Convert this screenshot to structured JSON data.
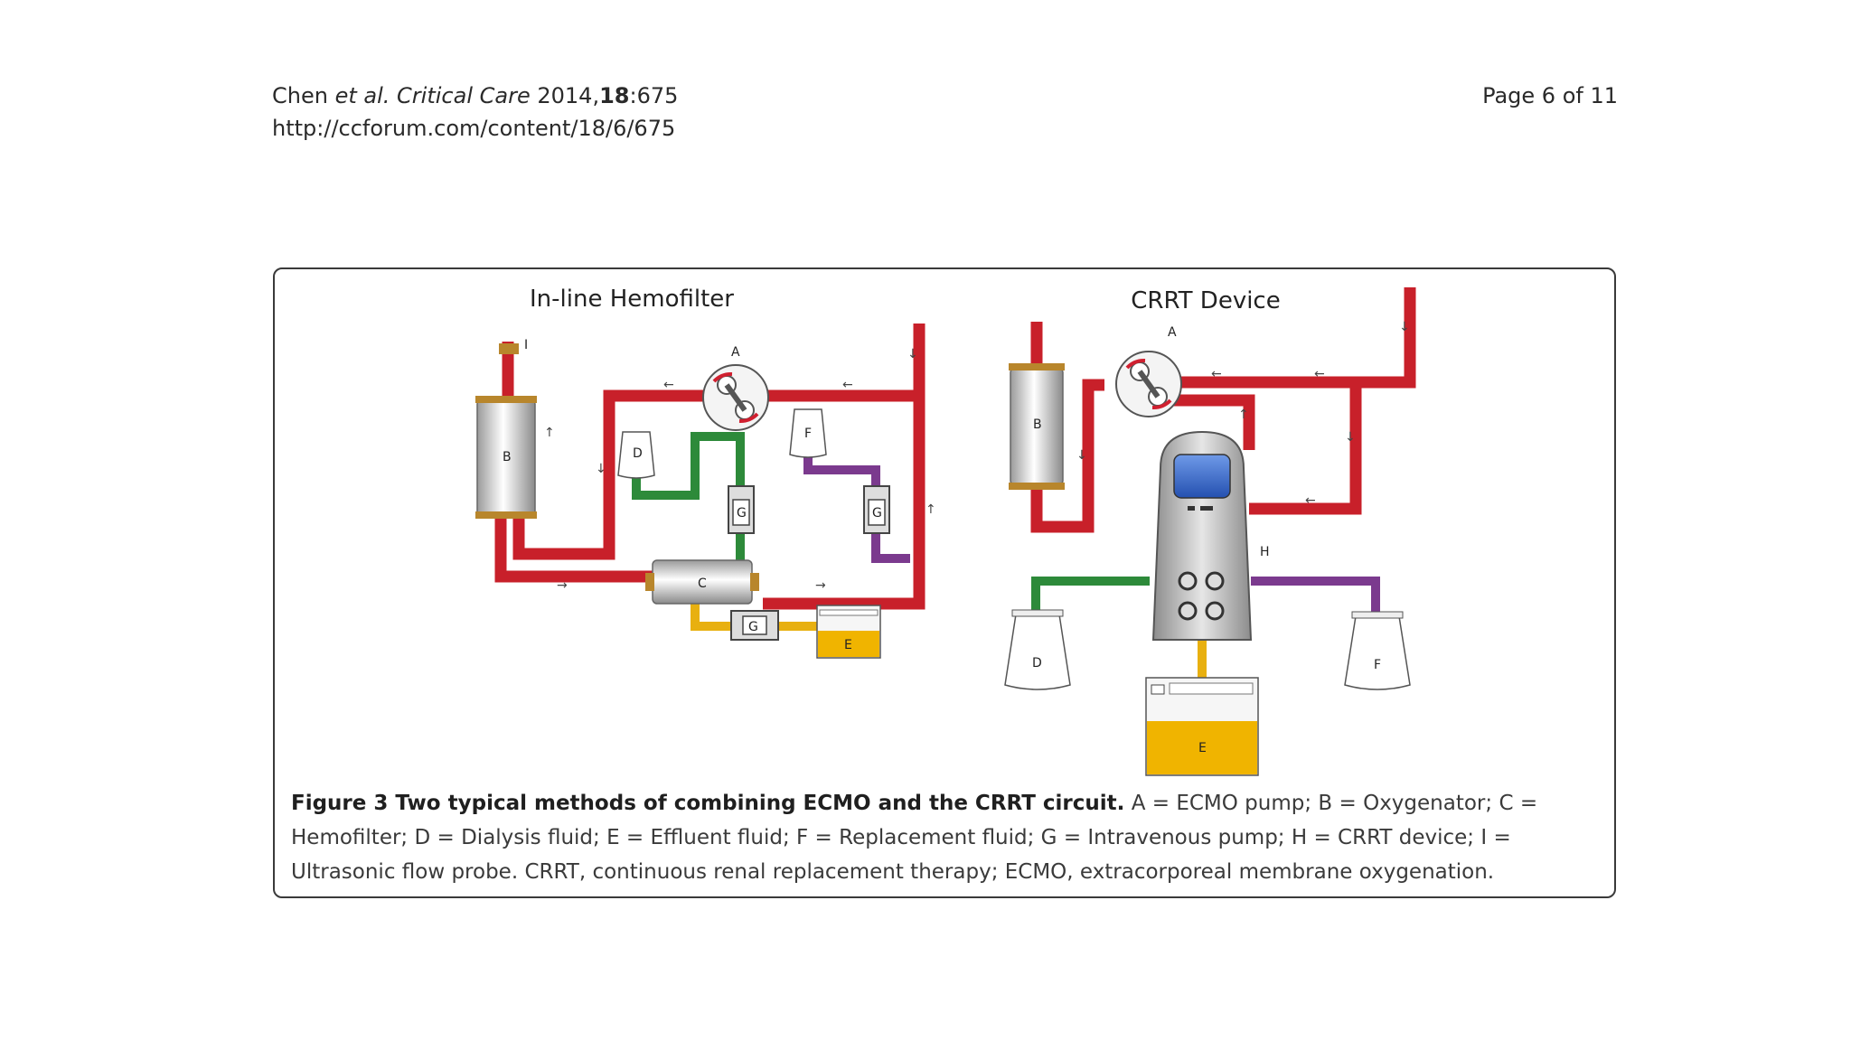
{
  "header": {
    "author": "Chen",
    "etal": "et al.",
    "journal": "Critical Care",
    "year": "2014,",
    "volume": "18",
    "pages": ":675",
    "url": "http://ccforum.com/content/18/6/675",
    "page_number": "Page 6 of 11"
  },
  "figure": {
    "left_title": "In-line Hemofilter",
    "right_title": "CRRT Device",
    "labels": {
      "A": "A",
      "B": "B",
      "C": "C",
      "D": "D",
      "E": "E",
      "F": "F",
      "G": "G",
      "H": "H",
      "I": "I"
    },
    "caption_title": "Figure 3 Two typical methods of combining ECMO and the CRRT circuit.",
    "caption_body": "A = ECMO pump; B = Oxygenator; C = Hemofilter; D = Dialysis fluid; E = Effluent fluid; F = Replacement fluid; G = Intravenous pump; H = CRRT device; I = Ultrasonic flow probe. CRRT, continuous renal replacement therapy; ECMO, extracorporeal membrane oxygenation."
  },
  "colors": {
    "blood_line": "#c8202a",
    "dialysis_line": "#2d8a3a",
    "replacement_line": "#7b3a8e",
    "effluent_line": "#e8b010",
    "screen": "#3a6fd0"
  }
}
